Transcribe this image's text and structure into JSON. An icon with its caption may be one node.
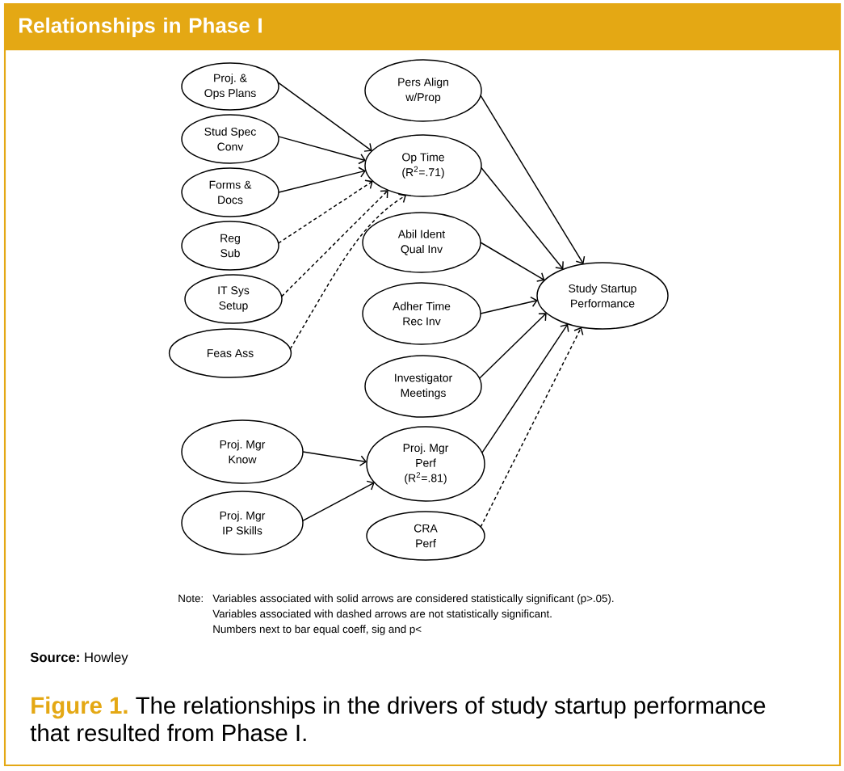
{
  "diagram": {
    "title": "Relationships in Phase I",
    "caption": "**Figure 1.** The relationships in the drivers of study startup performance that resulted from Phase I.",
    "nodes": [
      {
        "text": [
          "Proj. & Ops Plans"
        ]
      },
      {
        "text": [
          "Stud Spec Conv"
        ]
      },
      {
        "text": [
          "Forms & Docs"
        ]
      },
      {
        "text": [
          "Reg Sub"
        ]
      },
      {
        "text": [
          "IT Sys Setup"
        ]
      },
      {
        "text": [
          "Feas Ass"
        ]
      },
      {
        "text": [
          "Pers Align w/Prop"
        ]
      },
      {
        "text": [
          "Op Time (R$^{2}$=.71)"
        ]
      },
      {
        "text": [
          "Abil Ident Qual Inv"
        ]
      },
      {
        "text": [
          "Adher Time Rec Inv"
        ]
      },
      {
        "text": [
          "Investigator Meetings"
        ]
      },
      {
        "text": [
          "Proj. Mgr Know"
        ]
      },
      {
        "text": [
          "Proj. Mgr IP Skills"
        ]
      },
      {
        "text": [
          "Proj. Mgr Perf (R$^{2}$=.81)"
        ]
      },
      {
        "text": [
          "CRA Perf"
        ]
      },
      {
        "text": [
          "Study Startup Performance"
        ]
      }
    ],
    "edges": [
      {
        "from": 0,
        "to": 7,
        "arrow": "to"
      },
      {
        "from": 1,
        "to": 7,
        "arrow": "to"
      },
      {
        "from": 2,
        "to": 7,
        "arrow": "to"
      },
      {
        "from": 3,
        "to": 7,
        "arrow": "to",
        "style": "dashed"
      },
      {
        "from": 4,
        "to": 7,
        "arrow": "to",
        "style": "dashed"
      },
      {
        "from": 5,
        "to": 7,
        "arrow": "to",
        "style": "dashed"
      },
      {
        "from": 6,
        "to": 15,
        "arrow": "to"
      },
      {
        "from": 7,
        "to": 15,
        "arrow": "to"
      },
      {
        "from": 8,
        "to": 15,
        "arrow": "to"
      },
      {
        "from": 9,
        "to": 15,
        "arrow": "to"
      },
      {
        "from": 10,
        "to": 15,
        "arrow": "to"
      },
      {
        "from": 11,
        "to": 13,
        "arrow": "to"
      },
      {
        "from": 12,
        "to": 13,
        "arrow": "to"
      },
      {
        "from": 13,
        "to": 15,
        "arrow": "to"
      },
      {
        "from": 14,
        "to": 15,
        "arrow": "to",
        "style": "dashed"
      }
    ],
    "labels": [
      "Note:",
      "Variables associated with solid arrows are considered statistically significant (p>.05).",
      "Variables associated with dashed arrows are not statistically significant.",
      "Numbers next to bar equal coeff, sig and p<",
      "**Source:** Howley"
    ]
  }
}
